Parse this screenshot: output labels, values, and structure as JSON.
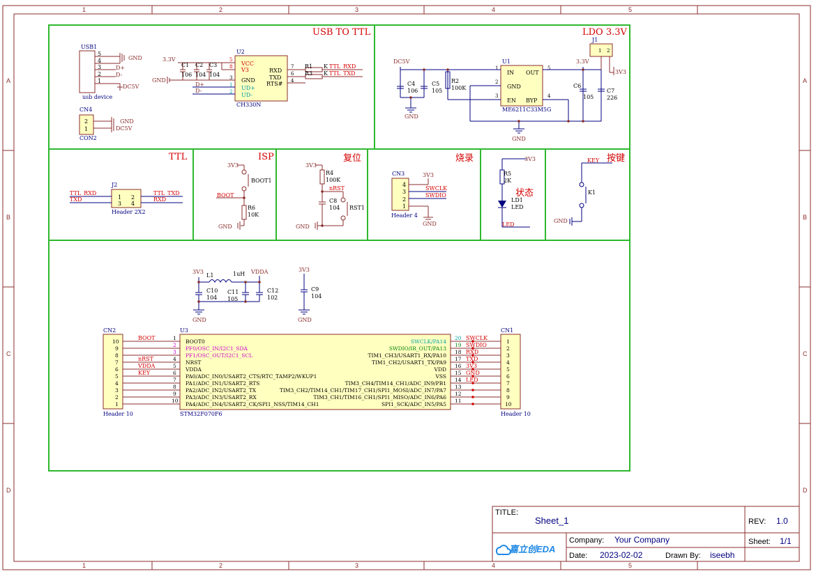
{
  "sheet": {
    "ruler_cols": [
      "1",
      "2",
      "3",
      "4",
      "5"
    ],
    "ruler_rows": [
      "A",
      "B",
      "C",
      "D"
    ]
  },
  "blocks": {
    "usb_to_ttl": "USB TO TTL",
    "ldo": "LDO 3.3V",
    "ttl": "TTL",
    "isp": "ISP",
    "reset": "复位",
    "flash": "烧录",
    "status": "状态",
    "key": "按键"
  },
  "usb": {
    "ref": "USB1",
    "name": "usb device",
    "pins": [
      "5",
      "4",
      "3",
      "2",
      "1"
    ],
    "nets": [
      "GND",
      "D+",
      "D-",
      "DC5V"
    ]
  },
  "cn4": {
    "ref": "CN4",
    "name": "CON2",
    "pins": [
      "2",
      "1"
    ],
    "nets": [
      "GND",
      "DC5V"
    ]
  },
  "ch330": {
    "ref": "U2",
    "name": "CH330N",
    "left_pins": [
      "VCC",
      "V3",
      "GND",
      "UD+",
      "UD-"
    ],
    "left_nums": [
      "5",
      "8",
      "3",
      "1",
      "2"
    ],
    "right_pins": [
      "RXD",
      "TXD",
      "RTS#"
    ],
    "right_nums": [
      "7",
      "6",
      "4"
    ],
    "caps": [
      "C1",
      "C2",
      "C3"
    ],
    "cap_vals": [
      "106",
      "104",
      "104"
    ],
    "rail": "3.3V",
    "gnd": "GND",
    "r_labels": [
      "R1",
      "R3"
    ],
    "k_labels": [
      "K",
      "K"
    ],
    "nets_out": [
      "TTL_RXD",
      "TTL_TXD"
    ],
    "nets_in": [
      "D+",
      "D-"
    ]
  },
  "ldo": {
    "ref": "U1",
    "name": "ME6211C33M5G",
    "pins_left": [
      "IN",
      "GND",
      "EN"
    ],
    "pins_left_nums": [
      "1",
      "2",
      "3"
    ],
    "pins_right": [
      "OUT",
      "BYP"
    ],
    "pins_right_nums": [
      "5",
      "4"
    ],
    "in_net": "DC5V",
    "out_net": "3.3V",
    "c4": "C4",
    "c4v": "106",
    "c5": "C5",
    "c5v": "105",
    "r2": "R2",
    "r2v": "100K",
    "c6": "C6",
    "c6v": "105",
    "c7": "C7",
    "c7v": "226",
    "j1": "J1",
    "j1pins": [
      "1",
      "2"
    ],
    "j1net": "3V3",
    "gnd": "GND"
  },
  "ttl": {
    "ref": "J2",
    "name": "Header 2X2",
    "pins": [
      "1",
      "2",
      "3",
      "4"
    ],
    "nets": [
      "TTL_RXD",
      "TXD",
      "TTL_TXD",
      "RXD"
    ]
  },
  "isp": {
    "rail": "3V3",
    "ref": "BOOT1",
    "net": "BOOT",
    "r": "R6",
    "rv": "10K",
    "gnd": "GND"
  },
  "reset": {
    "rail": "3V3",
    "r": "R4",
    "rv": "100K",
    "net": "nRST",
    "c": "C8",
    "cv": "104",
    "sw": "RST1",
    "gnd": "GND"
  },
  "cn3": {
    "ref": "CN3",
    "name": "Header 4",
    "pins": [
      "4",
      "3",
      "2",
      "1"
    ],
    "nets": [
      "3V3",
      "SWCLK",
      "SWDIO",
      "GND"
    ]
  },
  "led": {
    "rail": "3V3",
    "r": "R5",
    "rv": "2K",
    "ref": "LD1",
    "name": "LED",
    "net": "LED"
  },
  "key": {
    "net": "KEY",
    "ref": "K1",
    "gnd": "GND"
  },
  "power": {
    "rail": "3V3",
    "l": "L1",
    "lv": "1uH",
    "vdda": "VDDA",
    "c10": "C10",
    "c10v": "104",
    "c11": "C11",
    "c11v": "105",
    "c12": "C12",
    "c12v": "102",
    "c9": "C9",
    "c9v": "104",
    "gnd": "GND"
  },
  "mcu": {
    "ref": "U3",
    "name": "STM32F070F6",
    "left_pins": [
      "BOOT0",
      "PF0/OSC_IN/I2C1_SDA",
      "PF1/OSC_OUT/I2C1_SCL",
      "NRST",
      "VDDA",
      "PA0/ADC_IN0/USART2_CTS/RTC_TAMP2/WKUP1",
      "PA1/ADC_IN1/USART2_RTS",
      "PA2/ADC_IN2/USART2_TX",
      "PA3/ADC_IN3/USART2_RX",
      "PA4/ADC_IN4/USART2_CK/SPI1_NSS/TIM14_CH1"
    ],
    "left_nums": [
      "1",
      "2",
      "3",
      "4",
      "5",
      "6",
      "8",
      "9",
      "10"
    ],
    "right_pins": [
      "SWCLK/PA14",
      "SWDIO/IR_OUT/PA13",
      "TIM1_CH3/USART1_RX/PA10",
      "TIM1_CH2/USART1_TX/PA9",
      "VDD",
      "VSS",
      "TIM3_CH4/TIM14_CH1/ADC_IN9/PB1",
      "TIM3_CH2/TIM14_CH1/TIM17_CH1/SPI1_MOSI/ADC_IN7/PA7",
      "TIM3_CH1/TIM16_CH1/SPI1_MISO/ADC_IN6/PA6",
      "SPI1_SCK/ADC_IN5/PA5"
    ],
    "right_nums": [
      "20",
      "19",
      "18",
      "17",
      "16",
      "15",
      "14",
      "13",
      "12",
      "11"
    ],
    "left_nets": [
      "BOOT",
      "",
      "",
      "nRST",
      "VDDA",
      "KEY",
      "",
      "",
      "",
      ""
    ],
    "right_nets": [
      "SWCLK",
      "SWDIO",
      "RXD",
      "TXD",
      "3V3",
      "GND",
      "LED",
      "",
      "",
      ""
    ],
    "pin_extra": "7"
  },
  "cn2": {
    "ref": "CN2",
    "name": "Header 10",
    "pins": [
      "10",
      "9",
      "8",
      "7",
      "6",
      "5",
      "4",
      "3",
      "2",
      "1"
    ]
  },
  "cn1": {
    "ref": "CN1",
    "name": "Header 10",
    "pins": [
      "1",
      "2",
      "3",
      "4",
      "5",
      "6",
      "7",
      "8",
      "9",
      "10"
    ]
  },
  "title_block": {
    "title_label": "TITLE:",
    "title": "Sheet_1",
    "rev_label": "REV:",
    "rev": "1.0",
    "company_label": "Company:",
    "company": "Your Company",
    "sheet_label": "Sheet:",
    "sheet": "1/1",
    "date_label": "Date:",
    "date": "2023-02-02",
    "drawn_label": "Drawn By:",
    "drawn": "iseebh",
    "logo_text": "嘉立创EDA"
  }
}
